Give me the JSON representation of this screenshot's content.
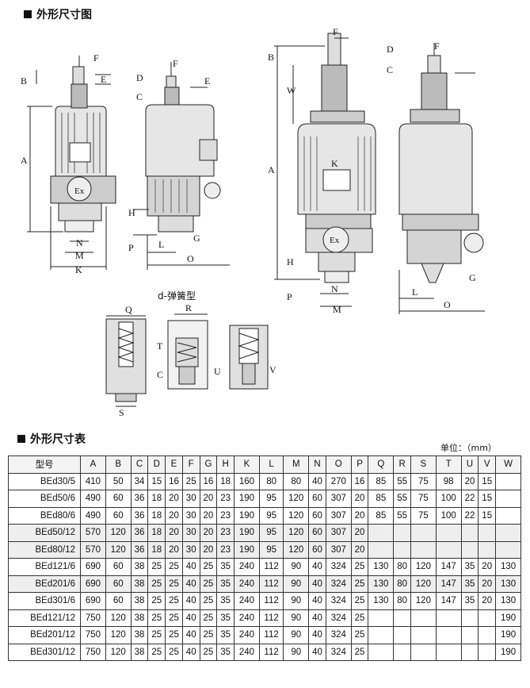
{
  "heading_drawings": "外形尺寸图",
  "heading_table": "外形尺寸表",
  "unit_label": "单位：（mm）",
  "spring_type_label": "d-弹簧型",
  "drawing_labels": {
    "A": "A",
    "B": "B",
    "C": "C",
    "D": "D",
    "E": "E",
    "F": "F",
    "G": "G",
    "H": "H",
    "K": "K",
    "L": "L",
    "M": "M",
    "N": "N",
    "O": "O",
    "P": "P",
    "Q": "Q",
    "R": "R",
    "S": "S",
    "T": "T",
    "U": "U",
    "V": "V",
    "W": "W",
    "Ex": "Ex"
  },
  "table": {
    "headers": [
      "型号",
      "A",
      "B",
      "C",
      "D",
      "E",
      "F",
      "G",
      "H",
      "K",
      "L",
      "M",
      "N",
      "O",
      "P",
      "Q",
      "R",
      "S",
      "T",
      "U",
      "V",
      "W"
    ],
    "rows": [
      [
        "BEd30/5",
        "410",
        "50",
        "34",
        "15",
        "16",
        "25",
        "16",
        "18",
        "160",
        "80",
        "80",
        "40",
        "270",
        "16",
        "85",
        "55",
        "75",
        "98",
        "20",
        "15",
        ""
      ],
      [
        "BEd50/6",
        "490",
        "60",
        "36",
        "18",
        "20",
        "30",
        "20",
        "23",
        "190",
        "95",
        "120",
        "60",
        "307",
        "20",
        "85",
        "55",
        "75",
        "100",
        "22",
        "15",
        ""
      ],
      [
        "BEd80/6",
        "490",
        "60",
        "36",
        "18",
        "20",
        "30",
        "20",
        "23",
        "190",
        "95",
        "120",
        "60",
        "307",
        "20",
        "85",
        "55",
        "75",
        "100",
        "22",
        "15",
        ""
      ],
      [
        "BEd50/12",
        "570",
        "120",
        "36",
        "18",
        "20",
        "30",
        "20",
        "23",
        "190",
        "95",
        "120",
        "60",
        "307",
        "20",
        "",
        "",
        "",
        "",
        "",
        "",
        ""
      ],
      [
        "BEd80/12",
        "570",
        "120",
        "36",
        "18",
        "20",
        "30",
        "20",
        "23",
        "190",
        "95",
        "120",
        "60",
        "307",
        "20",
        "",
        "",
        "",
        "",
        "",
        "",
        ""
      ],
      [
        "BEd121/6",
        "690",
        "60",
        "38",
        "25",
        "25",
        "40",
        "25",
        "35",
        "240",
        "112",
        "90",
        "40",
        "324",
        "25",
        "130",
        "80",
        "120",
        "147",
        "35",
        "20",
        "130"
      ],
      [
        "BEd201/6",
        "690",
        "60",
        "38",
        "25",
        "25",
        "40",
        "25",
        "35",
        "240",
        "112",
        "90",
        "40",
        "324",
        "25",
        "130",
        "80",
        "120",
        "147",
        "35",
        "20",
        "130"
      ],
      [
        "BEd301/6",
        "690",
        "60",
        "38",
        "25",
        "25",
        "40",
        "25",
        "35",
        "240",
        "112",
        "90",
        "40",
        "324",
        "25",
        "130",
        "80",
        "120",
        "147",
        "35",
        "20",
        "130"
      ],
      [
        "BEd121/12",
        "750",
        "120",
        "38",
        "25",
        "25",
        "40",
        "25",
        "35",
        "240",
        "112",
        "90",
        "40",
        "324",
        "25",
        "",
        "",
        "",
        "",
        "",
        "",
        "190"
      ],
      [
        "BEd201/12",
        "750",
        "120",
        "38",
        "25",
        "25",
        "40",
        "25",
        "35",
        "240",
        "112",
        "90",
        "40",
        "324",
        "25",
        "",
        "",
        "",
        "",
        "",
        "",
        "190"
      ],
      [
        "BEd301/12",
        "750",
        "120",
        "38",
        "25",
        "25",
        "40",
        "25",
        "35",
        "240",
        "112",
        "90",
        "40",
        "324",
        "25",
        "",
        "",
        "",
        "",
        "",
        "",
        "190"
      ]
    ]
  }
}
